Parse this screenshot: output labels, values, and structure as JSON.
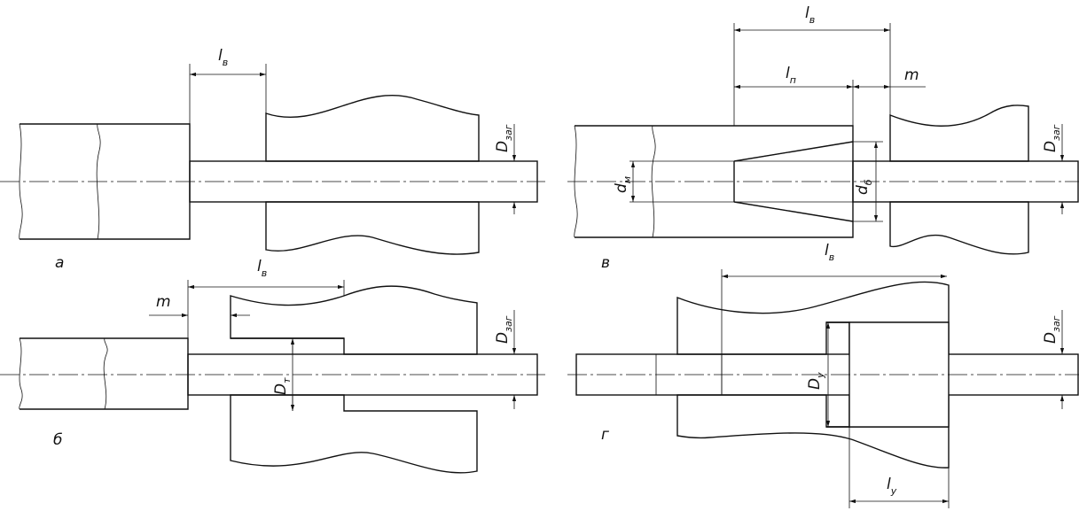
{
  "panels": {
    "a": {
      "caption": "а",
      "dims": {
        "lv": {
          "letter": "l",
          "sub": "в"
        },
        "dzag": {
          "letter": "D",
          "sub": "заг"
        }
      }
    },
    "b": {
      "caption": "б",
      "dims": {
        "lv": {
          "letter": "l",
          "sub": "в"
        },
        "m": "m",
        "dt": {
          "letter": "D",
          "sub": "т"
        },
        "dzag": {
          "letter": "D",
          "sub": "заг"
        }
      }
    },
    "v": {
      "caption": "в",
      "dims": {
        "lv": {
          "letter": "l",
          "sub": "в"
        },
        "lp": {
          "letter": "l",
          "sub": "п"
        },
        "m": "m",
        "dm": {
          "letter": "d",
          "sub": "м"
        },
        "db": {
          "letter": "d",
          "sub": "б"
        },
        "dzag": {
          "letter": "D",
          "sub": "заг"
        }
      }
    },
    "g": {
      "caption": "г",
      "dims": {
        "lv": {
          "letter": "l",
          "sub": "в"
        },
        "du": {
          "letter": "D",
          "sub": "у"
        },
        "ly": {
          "letter": "l",
          "sub": "у"
        },
        "dzag": {
          "letter": "D",
          "sub": "заг"
        }
      }
    }
  }
}
